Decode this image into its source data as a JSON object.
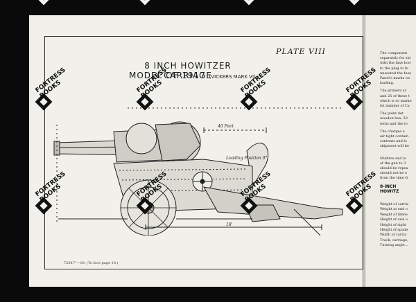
{
  "plate": {
    "number": "PLATE VIII",
    "title_line1": "8 INCH HOWITZER CARRIAGE",
    "title_line2": "MODEL OF 1917",
    "title_note": "(VICKERS MARK VI)",
    "footnote": "72547°—18.    (To face page 18.)",
    "labels": {
      "top_dimension": "40 Feet",
      "loading_position": "Loading Position 0°",
      "bottom_dimension": "18'"
    }
  },
  "watermark": {
    "line1": "FORTRESS",
    "line2": "BOOKS"
  },
  "right_page": {
    "lines": [
      "The component",
      "separately for shi",
      "with the fuse bod",
      "to the plug to fu",
      "unseated the fuse",
      "Panel's marks on",
      "loading.",
      "The primers ar",
      "and 25 of these t",
      "which is so marke",
      "lot number of Ca",
      "The point det",
      "wooden box, 50",
      "tents and the lo",
      "The charges a",
      "air-tight contain",
      "contents and lo",
      "shipment will be",
      "Misfires and lo",
      "of the gun to 3",
      "should be repea",
      "should not be o",
      "from the time G"
    ],
    "heading": "8-INCH HOWITZ",
    "spec_lines": [
      "Weight of carria",
      "Weight at end o",
      "Weight of limbe",
      "Height of axis o",
      "Height of sight",
      "Height of spade",
      "Width of carria",
      "Track, carriage,",
      "Turning angle..."
    ]
  },
  "colors": {
    "background": "#0a0a0a",
    "paper": "#f1f0ea",
    "ink": "#1a1a1a"
  }
}
